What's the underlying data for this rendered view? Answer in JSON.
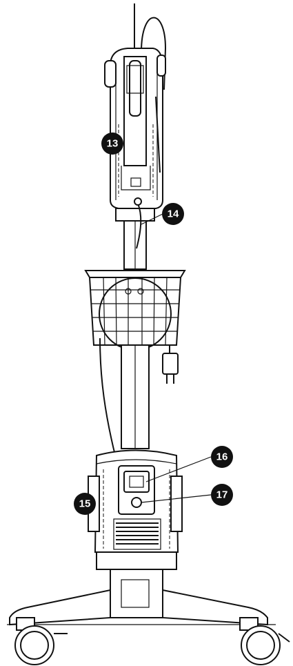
{
  "figure": {
    "subject": "mobile-cart-rear-view",
    "callouts": [
      {
        "id": "c13",
        "label": "13"
      },
      {
        "id": "c14",
        "label": "14"
      },
      {
        "id": "c15",
        "label": "15"
      },
      {
        "id": "c16",
        "label": "16"
      },
      {
        "id": "c17",
        "label": "17"
      }
    ]
  }
}
